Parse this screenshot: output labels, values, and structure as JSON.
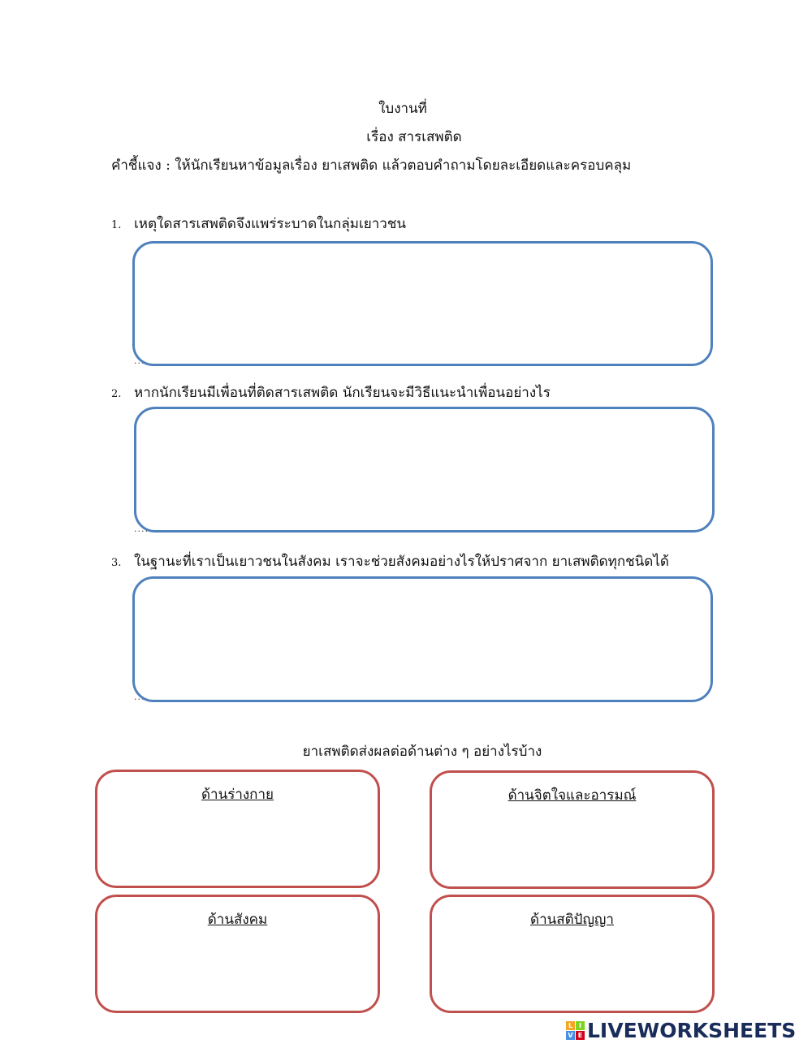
{
  "header": {
    "worksheet_label": "ใบงานที่",
    "topic": "เรื่อง  สารเสพติด",
    "instruction": "คำชี้แจง : ให้นักเรียนหาข้อมูลเรื่อง ยาเสพติด แล้วตอบคำถามโดยละเอียดและครอบคลุม"
  },
  "questions": [
    {
      "number": "1.",
      "text": "เหตุใดสารเสพติดจึงแพร่ระบาดในกลุ่มเยาวชน",
      "dots": "..."
    },
    {
      "number": "2.",
      "text": "หากนักเรียนมีเพื่อนที่ติดสารเสพติด นักเรียนจะมีวิธีแนะนำเพื่อนอย่างไร",
      "dots": "..................................................................................................................."
    },
    {
      "number": "3.",
      "text": "ในฐานะที่เราเป็นเยาวชนในสังคม เราจะช่วยสังคมอย่างไรให้ปราศจาก ยาเสพติดทุกชนิดได้",
      "dots": "..."
    }
  ],
  "effects": {
    "title": "ยาเสพติดส่งผลต่อด้านต่าง ๆ อย่างไรบ้าง",
    "boxes": [
      {
        "label": "ด้านร่างกาย"
      },
      {
        "label": "ด้านจิตใจและอารมณ์"
      },
      {
        "label": "ด้านสังคม"
      },
      {
        "label": "ด้านสติปัญญา"
      }
    ]
  },
  "logo": {
    "text": "LIVEWORKSHEETS",
    "mark_letters": [
      "L",
      "I",
      "V",
      "E"
    ],
    "mark_colors": [
      "#f5a623",
      "#7ed321",
      "#4a90e2",
      "#d0021b"
    ],
    "text_color": "#1a2d5a"
  }
}
